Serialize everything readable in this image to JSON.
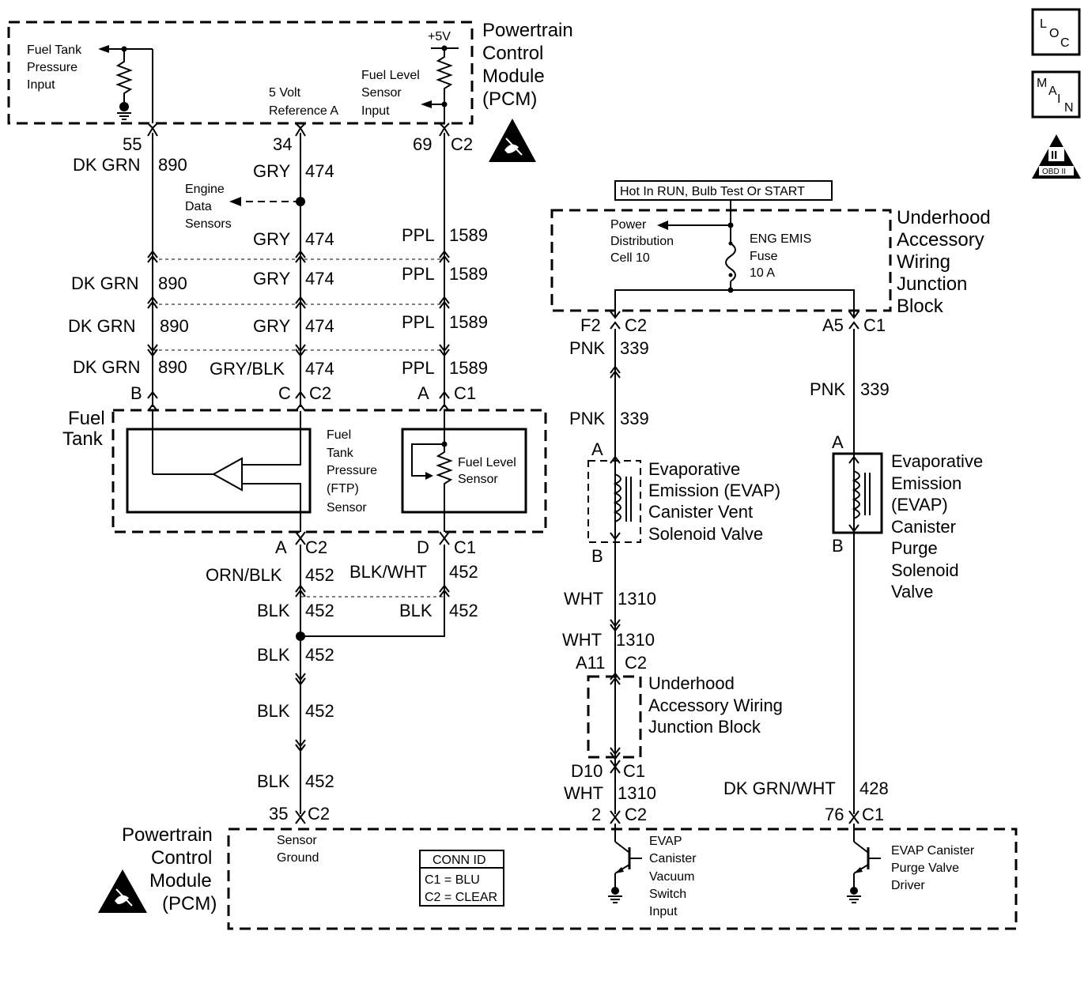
{
  "pcm_top": {
    "title_lines": [
      "Powertrain",
      "Control",
      "Module",
      "(PCM)"
    ],
    "fuel_tank_pressure_input": [
      "Fuel Tank",
      "Pressure",
      "Input"
    ],
    "ref": [
      "5 Volt",
      "Reference A"
    ],
    "fuel_level_sensor_input": [
      "Fuel Level",
      "Sensor",
      "Input"
    ],
    "plus5v": "+5V"
  },
  "pins_top": {
    "p55": "55",
    "p34": "34",
    "p69": "69",
    "c2": "C2"
  },
  "wires": {
    "dkgrn": "DK GRN",
    "n890": "890",
    "gry": "GRY",
    "n474": "474",
    "ppl": "PPL",
    "n1589": "1589",
    "gryblk": "GRY/BLK",
    "ornblk": "ORN/BLK",
    "n452": "452",
    "blkwht": "BLK/WHT",
    "blk": "BLK",
    "pnk": "PNK",
    "n339": "339",
    "wht": "WHT",
    "n1310": "1310",
    "dkgrnwht": "DK GRN/WHT",
    "n428": "428"
  },
  "engine_data": [
    "Engine",
    "Data",
    "Sensors"
  ],
  "conn_letters": {
    "B": "B",
    "C": "C",
    "A": "A",
    "D": "D",
    "C1": "C1",
    "C2": "C2"
  },
  "fuel_tank": {
    "label": [
      "Fuel",
      "Tank"
    ],
    "ftp": [
      "Fuel",
      "Tank",
      "Pressure",
      "(FTP)",
      "Sensor"
    ],
    "fuel_level": [
      "Fuel Level",
      "Sensor"
    ]
  },
  "hot_in_run": "Hot In RUN, Bulb Test Or START",
  "uawjb": {
    "label": [
      "Underhood",
      "Accessory",
      "Wiring",
      "Junction",
      "Block"
    ],
    "power_dist": [
      "Power",
      "Distribution",
      "Cell 10"
    ],
    "fuse": [
      "ENG EMIS",
      "Fuse",
      "10 A"
    ]
  },
  "uawjb_conn": {
    "f2": "F2",
    "a5": "A5"
  },
  "evap_vent": [
    "Evaporative",
    "Emission (EVAP)",
    "Canister Vent",
    "Solenoid Valve"
  ],
  "evap_purge": [
    "Evaporative",
    "Emission",
    "(EVAP)",
    "Canister",
    "Purge",
    "Solenoid",
    "Valve"
  ],
  "uawjb2": {
    "a11": "A11",
    "d10": "D10",
    "label": [
      "Underhood",
      "Accessory Wiring",
      "Junction Block"
    ]
  },
  "pcm_bottom": {
    "title_lines": [
      "Powertrain",
      "Control",
      "Module",
      "(PCM)"
    ],
    "p35": "35",
    "p2": "2",
    "p76": "76",
    "sensor_ground": [
      "Sensor",
      "Ground"
    ],
    "vacuum_switch": [
      "EVAP",
      "Canister",
      "Vacuum",
      "Switch",
      "Input"
    ],
    "purge_driver": [
      "EVAP Canister",
      "Purge Valve",
      "Driver"
    ]
  },
  "conn_id": {
    "title": "CONN ID",
    "c1": "C1 = BLU",
    "c2": "C2 = CLEAR"
  },
  "icons": {
    "loc": [
      "L",
      "O",
      "C"
    ],
    "main": [
      "M",
      "A",
      "I",
      "N"
    ],
    "obd": "OBD II",
    "obd_numeral": "II"
  }
}
